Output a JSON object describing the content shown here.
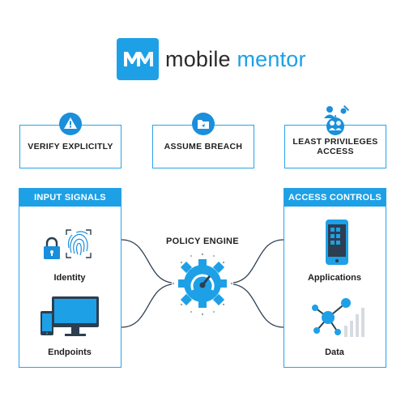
{
  "logo": {
    "mark": "MM",
    "word1": "mobile",
    "word2": "mentor"
  },
  "principles": [
    {
      "label": "VERIFY EXPLICITLY",
      "icon": "warning-icon"
    },
    {
      "label": "ASSUME BREACH",
      "icon": "folder-icon"
    },
    {
      "label_line1": "LEAST PRIVILEGES",
      "label_line2": "ACCESS",
      "icon": "users-icon"
    }
  ],
  "input_signals": {
    "title": "INPUT SIGNALS",
    "items": [
      {
        "label": "Identity",
        "icon": "lock-fingerprint-icon"
      },
      {
        "label": "Endpoints",
        "icon": "devices-icon"
      }
    ]
  },
  "policy_engine": {
    "label": "POLICY ENGINE",
    "icon": "gear-gauge-icon"
  },
  "access_controls": {
    "title": "ACCESS CONTROLS",
    "items": [
      {
        "label": "Applications",
        "icon": "smartphone-icon"
      },
      {
        "label": "Data",
        "icon": "network-chart-icon"
      }
    ]
  },
  "colors": {
    "accent": "#1ea0e6",
    "dark_accent": "#1a8fdc",
    "connector": "#2c3e50",
    "text": "#1f1f1f"
  }
}
